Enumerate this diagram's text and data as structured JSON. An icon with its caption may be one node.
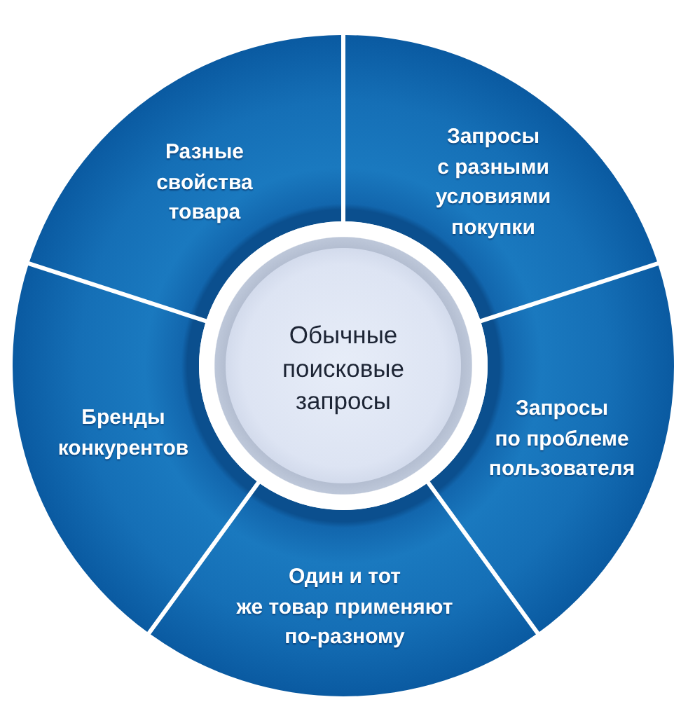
{
  "diagram": {
    "nodes": [
      {
        "text": [
          "Разные свойства товара"
        ]
      },
      {
        "text": [
          "Запросы с разными условиями покупки"
        ]
      },
      {
        "text": [
          "Обычные поисковые запросы"
        ]
      },
      {
        "text": [
          "Бренды конкурентов"
        ]
      },
      {
        "text": [
          "Запросы по проблеме пользователя"
        ]
      },
      {
        "text": [
          "Один и тот же товар применяют по-разному"
        ]
      }
    ]
  }
}
